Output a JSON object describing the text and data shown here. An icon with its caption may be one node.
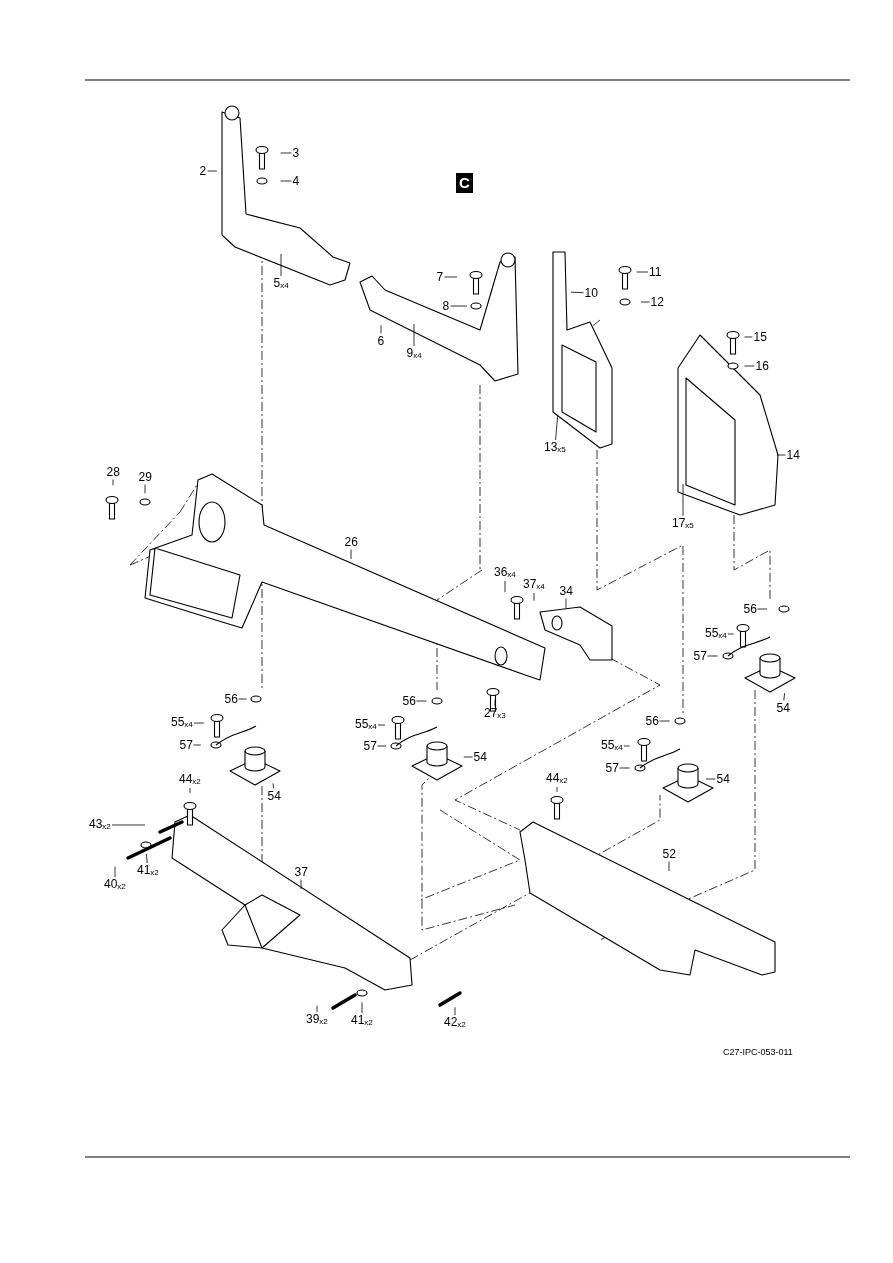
{
  "diagram": {
    "nodes": [
      {
        "text": [
          "2"
        ]
      },
      {
        "text": [
          "3"
        ]
      },
      {
        "text": [
          "4"
        ]
      },
      {
        "text": [
          "5$_{x4}$"
        ]
      },
      {
        "text": [
          "7"
        ]
      },
      {
        "text": [
          "8"
        ]
      },
      {
        "text": [
          "6"
        ]
      },
      {
        "text": [
          "9$_{x4}$"
        ]
      },
      {
        "text": [
          "10"
        ]
      },
      {
        "text": [
          "11"
        ]
      },
      {
        "text": [
          "12"
        ]
      },
      {
        "text": [
          "13$_{x5}$"
        ]
      },
      {
        "text": [
          "15"
        ]
      },
      {
        "text": [
          "16"
        ]
      },
      {
        "text": [
          "14"
        ]
      },
      {
        "text": [
          "17$_{x5}$"
        ]
      },
      {
        "text": [
          "28"
        ]
      },
      {
        "text": [
          "29"
        ]
      },
      {
        "text": [
          "26"
        ]
      },
      {
        "text": [
          "36$_{x4}$"
        ]
      },
      {
        "text": [
          "37$_{x4}$"
        ]
      },
      {
        "text": [
          "34"
        ]
      },
      {
        "text": [
          "27$_{x3}$"
        ]
      },
      {
        "text": [
          "56"
        ]
      },
      {
        "text": [
          "55$_{x4}$"
        ]
      },
      {
        "text": [
          "57"
        ]
      },
      {
        "text": [
          "54"
        ]
      },
      {
        "text": [
          "56"
        ]
      },
      {
        "text": [
          "55$_{x4}$"
        ]
      },
      {
        "text": [
          "57"
        ]
      },
      {
        "text": [
          "56"
        ]
      },
      {
        "text": [
          "55$_{x4}$"
        ]
      },
      {
        "text": [
          "57"
        ]
      },
      {
        "text": [
          "54"
        ]
      },
      {
        "text": [
          "56"
        ]
      },
      {
        "text": [
          "55$_{x4}$"
        ]
      },
      {
        "text": [
          "57"
        ]
      },
      {
        "text": [
          "54"
        ]
      },
      {
        "text": [
          "54"
        ]
      },
      {
        "text": [
          "44$_{x2}$"
        ]
      },
      {
        "text": [
          "44$_{x2}$"
        ]
      },
      {
        "text": [
          "43$_{x2}$"
        ]
      },
      {
        "text": [
          "41$_{x2}$"
        ]
      },
      {
        "text": [
          "40$_{x2}$"
        ]
      },
      {
        "text": [
          "37"
        ]
      },
      {
        "text": [
          "52"
        ]
      },
      {
        "text": [
          "39$_{x2}$"
        ]
      },
      {
        "text": [
          "41$_{x2}$"
        ]
      },
      {
        "text": [
          "42$_{x2}$"
        ]
      }
    ],
    "edges": [
      {
        "from": 0,
        "to": null,
        "arrow": "none"
      },
      {
        "from": 1,
        "to": null,
        "arrow": "none"
      },
      {
        "from": 2,
        "to": null,
        "arrow": "none"
      },
      {
        "from": 3,
        "to": null,
        "arrow": "none"
      },
      {
        "from": 4,
        "to": null,
        "arrow": "none"
      },
      {
        "from": 5,
        "to": null,
        "arrow": "none"
      },
      {
        "from": 6,
        "to": null,
        "arrow": "none"
      },
      {
        "from": 7,
        "to": null,
        "arrow": "none"
      },
      {
        "from": 8,
        "to": null,
        "arrow": "none"
      },
      {
        "from": 9,
        "to": null,
        "arrow": "none"
      },
      {
        "from": 10,
        "to": null,
        "arrow": "none"
      },
      {
        "from": 11,
        "to": null,
        "arrow": "none"
      },
      {
        "from": 12,
        "to": null,
        "arrow": "none"
      },
      {
        "from": 13,
        "to": null,
        "arrow": "none"
      },
      {
        "from": 14,
        "to": null,
        "arrow": "none"
      },
      {
        "from": 15,
        "to": null,
        "arrow": "none"
      },
      {
        "from": 16,
        "to": null,
        "arrow": "none"
      },
      {
        "from": 17,
        "to": null,
        "arrow": "none"
      },
      {
        "from": 18,
        "to": null,
        "arrow": "none"
      },
      {
        "from": 19,
        "to": null,
        "arrow": "none"
      },
      {
        "from": 20,
        "to": null,
        "arrow": "none"
      },
      {
        "from": 21,
        "to": null,
        "arrow": "none"
      },
      {
        "from": 22,
        "to": null,
        "arrow": "none"
      },
      {
        "from": 23,
        "to": null,
        "arrow": "none"
      },
      {
        "from": 24,
        "to": null,
        "arrow": "none"
      },
      {
        "from": 25,
        "to": null,
        "arrow": "none"
      },
      {
        "from": 26,
        "to": null,
        "arrow": "none"
      },
      {
        "from": 27,
        "to": null,
        "arrow": "none"
      },
      {
        "from": 28,
        "to": null,
        "arrow": "none"
      },
      {
        "from": 29,
        "to": null,
        "arrow": "none"
      },
      {
        "from": 30,
        "to": null,
        "arrow": "none"
      },
      {
        "from": 31,
        "to": null,
        "arrow": "none"
      },
      {
        "from": 32,
        "to": null,
        "arrow": "none"
      },
      {
        "from": 33,
        "to": null,
        "arrow": "none"
      },
      {
        "from": 34,
        "to": null,
        "arrow": "none"
      },
      {
        "from": 35,
        "to": null,
        "arrow": "none"
      },
      {
        "from": 36,
        "to": null,
        "arrow": "none"
      },
      {
        "from": 37,
        "to": null,
        "arrow": "none"
      },
      {
        "from": 38,
        "to": null,
        "arrow": "none"
      },
      {
        "from": 39,
        "to": null,
        "arrow": "none"
      },
      {
        "from": 40,
        "to": null,
        "arrow": "none"
      },
      {
        "from": 41,
        "to": null,
        "arrow": "none"
      },
      {
        "from": 42,
        "to": null,
        "arrow": "none"
      },
      {
        "from": 43,
        "to": null,
        "arrow": "none"
      },
      {
        "from": 44,
        "to": null,
        "arrow": "none"
      },
      {
        "from": 45,
        "to": null,
        "arrow": "none"
      },
      {
        "from": 46,
        "to": null,
        "arrow": "none"
      },
      {
        "from": 47,
        "to": null,
        "arrow": "none"
      },
      {
        "from": 48,
        "to": null,
        "arrow": "none"
      }
    ],
    "labels": [
      "C",
      "C27-IPC-053-011"
    ]
  }
}
